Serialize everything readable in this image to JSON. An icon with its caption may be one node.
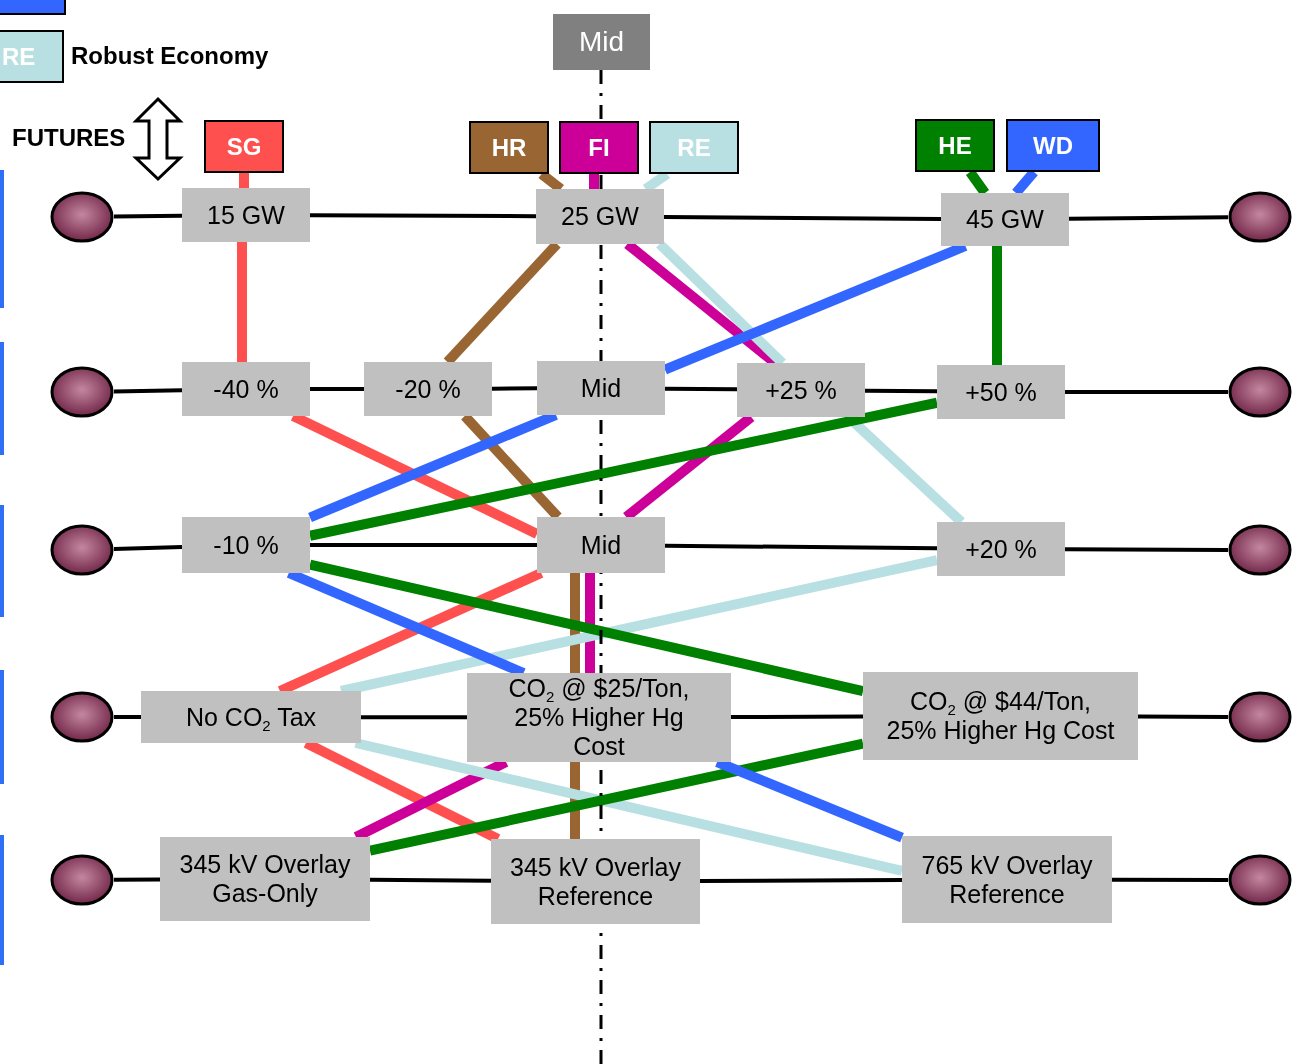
{
  "diagram": {
    "nodes": [
      {
        "text": [
          "Mid"
        ]
      },
      {
        "text": [
          "SG"
        ]
      },
      {
        "text": [
          "HR"
        ]
      },
      {
        "text": [
          "FI"
        ]
      },
      {
        "text": [
          "RE"
        ]
      },
      {
        "text": [
          "HE"
        ]
      },
      {
        "text": [
          "WD"
        ]
      },
      {
        "text": [
          "15 GW"
        ]
      },
      {
        "text": [
          "25 GW"
        ]
      },
      {
        "text": [
          "45 GW"
        ]
      },
      {
        "text": [
          "-40 %"
        ]
      },
      {
        "text": [
          "-20 %"
        ]
      },
      {
        "text": [
          "Mid"
        ]
      },
      {
        "text": [
          "+25 %"
        ]
      },
      {
        "text": [
          "+50 %"
        ]
      },
      {
        "text": [
          "-10 %"
        ]
      },
      {
        "text": [
          "Mid"
        ]
      },
      {
        "text": [
          "+20 %"
        ]
      },
      {
        "text": [
          "No CO$_{2}$ Tax"
        ]
      },
      {
        "text": [
          "CO$_{2}$ @ $25/Ton, 25% Higher Hg Cost"
        ]
      },
      {
        "text": [
          "CO$_{2}$ @ $44/Ton, 25% Higher Hg Cost"
        ]
      },
      {
        "text": [
          "345 kV Overlay Gas-Only"
        ]
      },
      {
        "text": [
          "345 kV Overlay Reference"
        ]
      },
      {
        "text": [
          "765 kV Overlay Reference"
        ]
      },
      {
        "text": [],
        "shape": "circle"
      },
      {
        "text": [],
        "shape": "circle"
      },
      {
        "text": [],
        "shape": "circle"
      },
      {
        "text": [],
        "shape": "circle"
      },
      {
        "text": [],
        "shape": "circle"
      },
      {
        "text": [],
        "shape": "circle"
      },
      {
        "text": [],
        "shape": "circle"
      },
      {
        "text": [],
        "shape": "circle"
      },
      {
        "text": [],
        "shape": "circle"
      },
      {
        "text": [],
        "shape": "circle"
      }
    ],
    "edges": [
      {
        "from": 24,
        "to": 7,
        "arrow": "none"
      },
      {
        "from": 7,
        "to": 8,
        "arrow": "none"
      },
      {
        "from": 8,
        "to": 9,
        "arrow": "none"
      },
      {
        "from": 9,
        "to": 25,
        "arrow": "none"
      },
      {
        "from": 26,
        "to": 10,
        "arrow": "none"
      },
      {
        "from": 10,
        "to": 11,
        "arrow": "none"
      },
      {
        "from": 11,
        "to": 12,
        "arrow": "none"
      },
      {
        "from": 12,
        "to": 13,
        "arrow": "none"
      },
      {
        "from": 13,
        "to": 14,
        "arrow": "none"
      },
      {
        "from": 14,
        "to": 27,
        "arrow": "none"
      },
      {
        "from": 28,
        "to": 15,
        "arrow": "none"
      },
      {
        "from": 15,
        "to": 16,
        "arrow": "none"
      },
      {
        "from": 16,
        "to": 17,
        "arrow": "none"
      },
      {
        "from": 17,
        "to": 29,
        "arrow": "none"
      },
      {
        "from": 30,
        "to": 18,
        "arrow": "none"
      },
      {
        "from": 18,
        "to": 19,
        "arrow": "none"
      },
      {
        "from": 19,
        "to": 20,
        "arrow": "none"
      },
      {
        "from": 20,
        "to": 31,
        "arrow": "none"
      },
      {
        "from": 32,
        "to": 21,
        "arrow": "none"
      },
      {
        "from": 21,
        "to": 22,
        "arrow": "none"
      },
      {
        "from": 22,
        "to": 23,
        "arrow": "none"
      },
      {
        "from": 23,
        "to": 33,
        "arrow": "none"
      },
      {
        "from": 0,
        "to": null,
        "arrow": "none",
        "style": "dashed"
      },
      {
        "from": 1,
        "to": 7,
        "arrow": "none",
        "color": "#ff5050"
      },
      {
        "from": 7,
        "to": 10,
        "arrow": "none",
        "color": "#ff5050"
      },
      {
        "from": 10,
        "to": 16,
        "arrow": "none",
        "color": "#ff5050"
      },
      {
        "from": 16,
        "to": 18,
        "arrow": "none",
        "color": "#ff5050"
      },
      {
        "from": 18,
        "to": 22,
        "arrow": "none",
        "color": "#ff5050"
      },
      {
        "from": 2,
        "to": 8,
        "arrow": "none",
        "color": "#996633"
      },
      {
        "from": 8,
        "to": 11,
        "arrow": "none",
        "color": "#996633"
      },
      {
        "from": 11,
        "to": 16,
        "arrow": "none",
        "color": "#996633"
      },
      {
        "from": 16,
        "to": 19,
        "arrow": "none",
        "color": "#996633"
      },
      {
        "from": 19,
        "to": 22,
        "arrow": "none",
        "color": "#996633"
      },
      {
        "from": 3,
        "to": 8,
        "arrow": "none",
        "color": "#cc0099"
      },
      {
        "from": 8,
        "to": 13,
        "arrow": "none",
        "color": "#cc0099"
      },
      {
        "from": 13,
        "to": 16,
        "arrow": "none",
        "color": "#cc0099"
      },
      {
        "from": 16,
        "to": 19,
        "arrow": "none",
        "color": "#cc0099"
      },
      {
        "from": 19,
        "to": 21,
        "arrow": "none",
        "color": "#cc0099"
      },
      {
        "from": 4,
        "to": 8,
        "arrow": "none",
        "color": "#b8e0e3"
      },
      {
        "from": 8,
        "to": 13,
        "arrow": "none",
        "color": "#b8e0e3"
      },
      {
        "from": 13,
        "to": 17,
        "arrow": "none",
        "color": "#b8e0e3"
      },
      {
        "from": 17,
        "to": 18,
        "arrow": "none",
        "color": "#b8e0e3"
      },
      {
        "from": 18,
        "to": 23,
        "arrow": "none",
        "color": "#b8e0e3"
      },
      {
        "from": 5,
        "to": 9,
        "arrow": "none",
        "color": "#008000"
      },
      {
        "from": 9,
        "to": 14,
        "arrow": "none",
        "color": "#008000"
      },
      {
        "from": 14,
        "to": 15,
        "arrow": "none",
        "color": "#008000"
      },
      {
        "from": 15,
        "to": 20,
        "arrow": "none",
        "color": "#008000"
      },
      {
        "from": 20,
        "to": 21,
        "arrow": "none",
        "color": "#008000"
      },
      {
        "from": 6,
        "to": 9,
        "arrow": "none",
        "color": "#3366ff"
      },
      {
        "from": 9,
        "to": 12,
        "arrow": "none",
        "color": "#3366ff"
      },
      {
        "from": 12,
        "to": 15,
        "arrow": "none",
        "color": "#3366ff"
      },
      {
        "from": 15,
        "to": 19,
        "arrow": "none",
        "color": "#3366ff"
      },
      {
        "from": 19,
        "to": 23,
        "arrow": "none",
        "color": "#3366ff"
      }
    ],
    "labels": [
      "RE",
      "FUTURES"
    ],
    "legend": [
      {
        "text": "Robust Economy",
        "color": "#b8e0e3"
      }
    ]
  }
}
